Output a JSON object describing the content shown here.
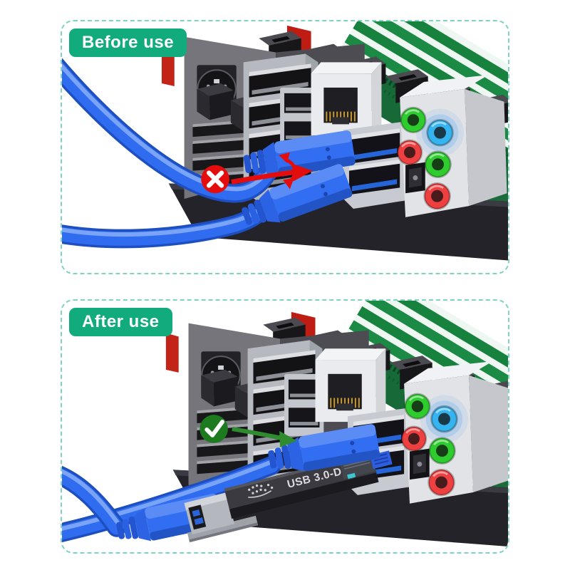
{
  "panels": {
    "before": {
      "label": "Before use",
      "icon": "red-x"
    },
    "after": {
      "label": "After use",
      "icon": "green-check"
    }
  },
  "adapter": {
    "label": "USB 3.0-D"
  },
  "colors": {
    "label_background": "#12ab7d",
    "label_text": "#ffffff",
    "panel_border": "#7fd3c1",
    "error_red": "#e40d0d",
    "success_green": "#1d7a1f",
    "arrow_green": "#2e8b2e",
    "cable_blue": "#2f6cf0",
    "pcb_green": "#1d6b3a",
    "adapter_body": "#3a3a40",
    "background": "#ffffff"
  }
}
